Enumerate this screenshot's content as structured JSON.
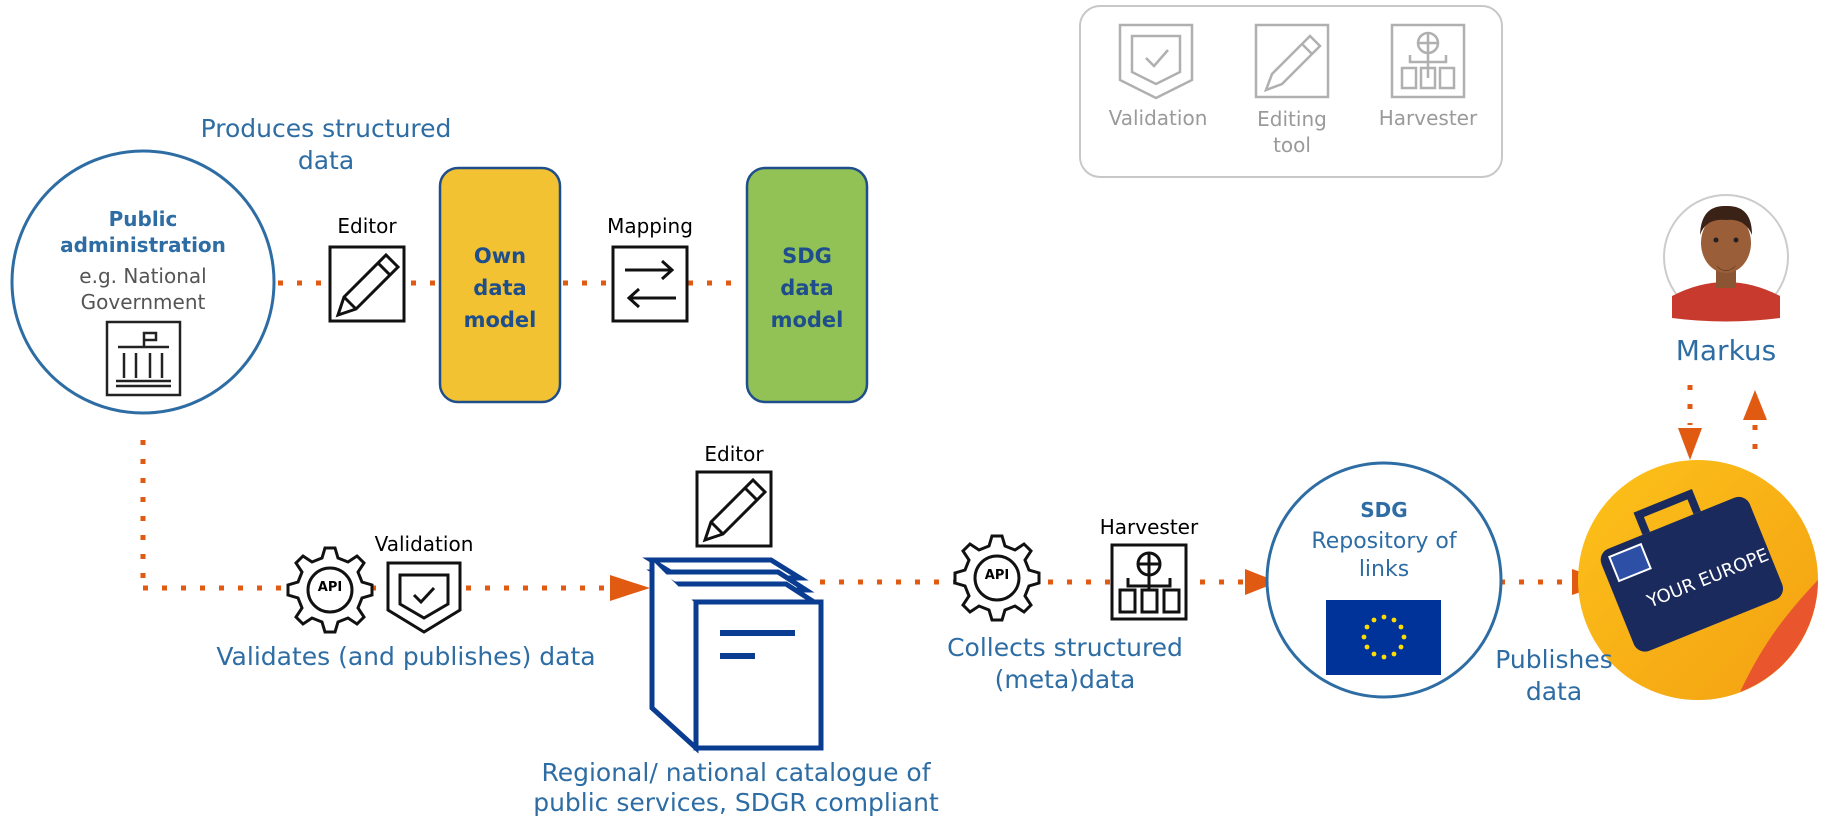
{
  "legend": {
    "items": [
      {
        "label": "Validation",
        "icon": "shield-check-icon"
      },
      {
        "label": "Editing tool",
        "icon": "pencil-icon"
      },
      {
        "label": "Harvester",
        "icon": "harvester-icon"
      }
    ]
  },
  "public_admin": {
    "title": "Public administration",
    "subtitle": "e.g. National Government",
    "icon": "government-building-icon"
  },
  "produces_label": "Produces structured data",
  "top_flow": {
    "editor_label": "Editor",
    "own_model": "Own data model",
    "mapping_label": "Mapping",
    "sdg_model": "SDG data model",
    "own_color": "#F2C232",
    "sdg_color": "#92C155"
  },
  "bottom_flow": {
    "validation_label": "Validation",
    "validates_label": "Validates (and publishes) data",
    "editor_label": "Editor",
    "catalogue_label": "Regional/ national catalogue of public services, SDGR compliant",
    "harvester_label": "Harvester",
    "collects_label": "Collects structured (meta)data",
    "api_label": "API"
  },
  "sdg_repo": {
    "title": "SDG",
    "subtitle": "Repository of links"
  },
  "publishes_label": "Publishes data",
  "your_europe": {
    "text": "YOUR EUROPE"
  },
  "person": {
    "name": "Markus"
  },
  "colors": {
    "accent": "#2E6DA4",
    "arrow": "#E05A12",
    "navy": "#1F4E8C"
  }
}
